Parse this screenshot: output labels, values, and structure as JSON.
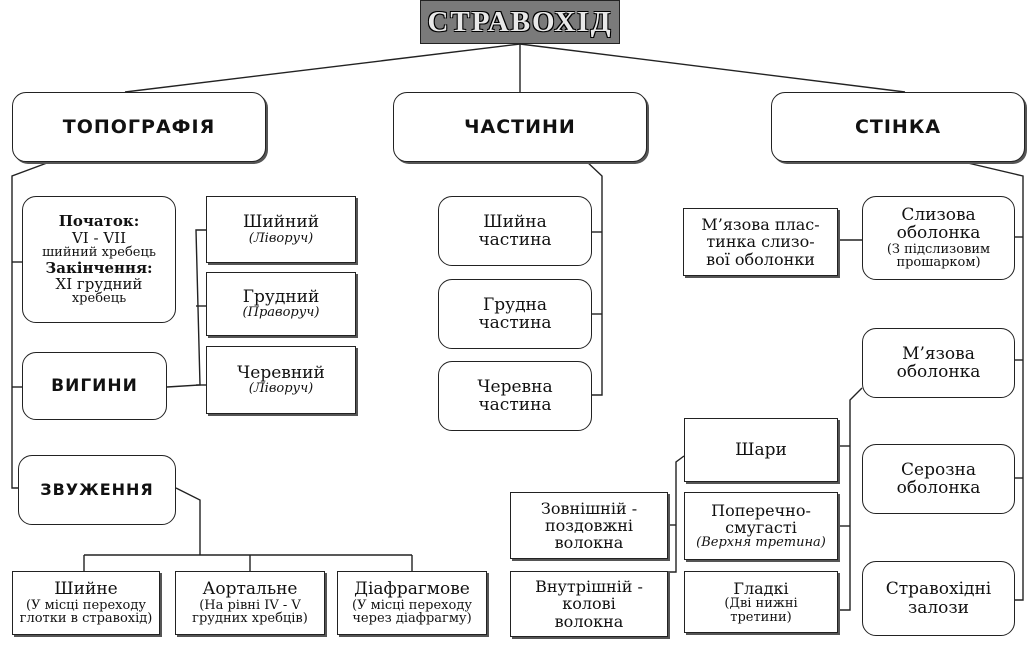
{
  "title": "СТРАВОХІД",
  "topography": {
    "label": "ТОПОГРАФІЯ",
    "start": {
      "start_label": "Початок:",
      "start_line1": "VI - VII",
      "start_line2": "шийний хребець",
      "end_label": "Закінчення:",
      "end_line1": "XI грудний",
      "end_line2": "хребець"
    },
    "bends": {
      "label": "ВИГИНИ",
      "items": [
        {
          "name": "Шийний",
          "note": "(Ліворуч)"
        },
        {
          "name": "Грудний",
          "note": "(Праворуч)"
        },
        {
          "name": "Черевний",
          "note": "(Ліворуч)"
        }
      ]
    },
    "narrowings": {
      "label": "ЗВУЖЕННЯ",
      "items": [
        {
          "name": "Шийне",
          "note1": "(У місці переходу",
          "note2": "глотки в стравохід)"
        },
        {
          "name": "Аортальне",
          "note1": "(На рівні IV - V",
          "note2": "грудних хребців)"
        },
        {
          "name": "Діафрагмове",
          "note1": "(У місці переходу",
          "note2": "через діафрагму)"
        }
      ]
    }
  },
  "parts": {
    "label": "ЧАСТИНИ",
    "items": [
      {
        "line1": "Шийна",
        "line2": "частина"
      },
      {
        "line1": "Грудна",
        "line2": "частина"
      },
      {
        "line1": "Черевна",
        "line2": "частина"
      }
    ]
  },
  "wall": {
    "label": "СТІНКА",
    "mucosa": {
      "line1": "Слизова",
      "line2": "оболонка",
      "note1": "(З підслизовим",
      "note2": "прошарком)"
    },
    "muscularis_mucosae": {
      "line1": "М’язова плас-",
      "line2": "тинка слизо-",
      "line3": "вої оболонки"
    },
    "muscular": {
      "line1": "М’язова",
      "line2": "оболонка"
    },
    "layers": {
      "label": "Шари"
    },
    "outer": {
      "line1": "Зовнішній -",
      "line2": "поздовжні",
      "line3": "волокна"
    },
    "inner": {
      "line1": "Внутрішній -",
      "line2": "колові",
      "line3": "волокна"
    },
    "striated": {
      "line1": "Поперечно-",
      "line2": "смугасті",
      "note": "(Верхня третина)"
    },
    "smooth": {
      "line1": "Гладкі",
      "note1": "(Дві нижні",
      "note2": "третини)"
    },
    "serosa": {
      "line1": "Серозна",
      "line2": "оболонка"
    },
    "glands": {
      "line1": "Стравохідні",
      "line2": "залози"
    }
  }
}
